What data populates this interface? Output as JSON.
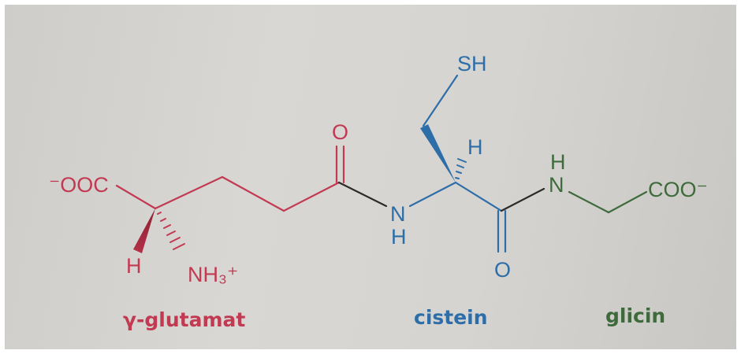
{
  "colors": {
    "glutamate": "#c23a52",
    "cysteine": "#2d6ea8",
    "glycine": "#3e6b3c",
    "bond_black": "#2b2b2b"
  },
  "atoms": {
    "carboxylate_left": "⁻OOC",
    "h_glu": "H",
    "nh3": "NH₃⁺",
    "o_glu": "O",
    "n_amide1": "N",
    "h_amide1": "H",
    "sh": "SH",
    "h_cys": "H",
    "o_cys": "O",
    "h_gly": "H",
    "n_gly": "N",
    "carboxylate_right": "COO⁻"
  },
  "labels": {
    "glutamate": "γ-glutamat",
    "cysteine": "cistein",
    "glycine": "glicin"
  }
}
